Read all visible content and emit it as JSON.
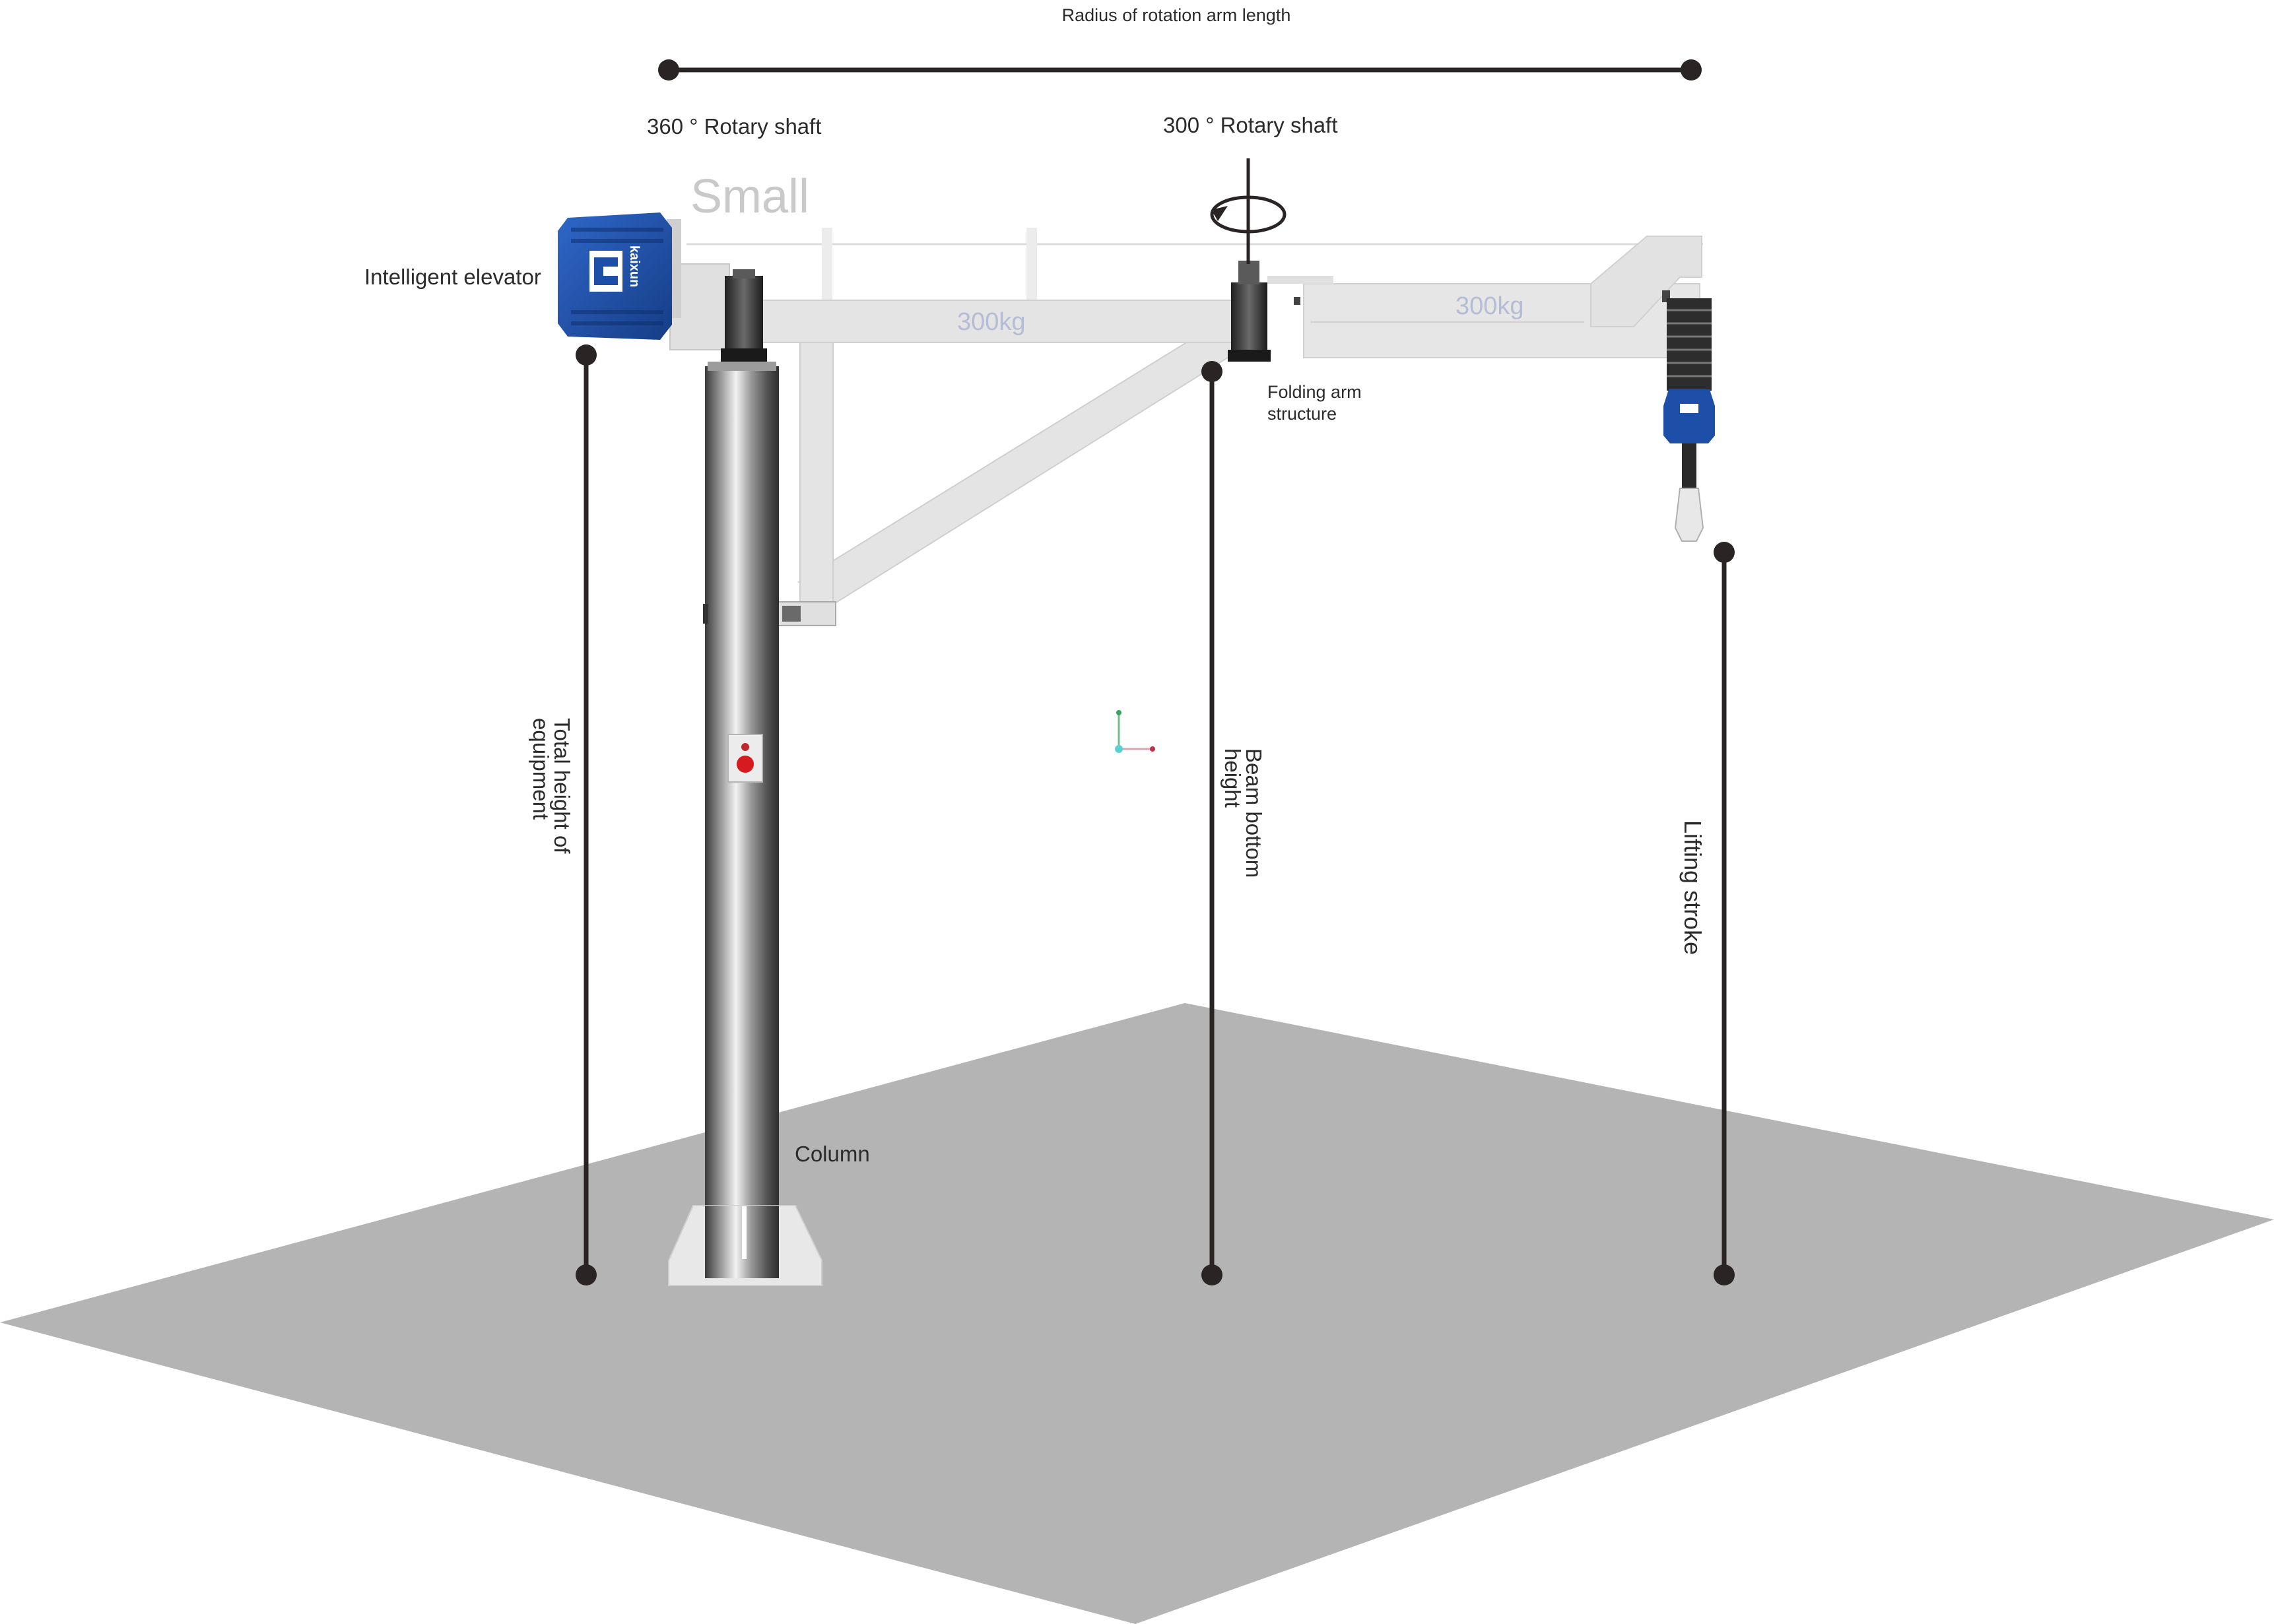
{
  "labels": {
    "radius": "Radius of rotation arm length",
    "shaft_360": "360 ° Rotary shaft",
    "shaft_300": "300 ° Rotary shaft",
    "small": "Small",
    "intelligent_elevator": "Intelligent elevator",
    "folding_arm_line1": "Folding arm",
    "folding_arm_line2": "structure",
    "total_height_line1": "Total height of",
    "total_height_line2": "equipment",
    "beam_bottom_line1": "Beam bottom",
    "beam_bottom_line2": "height",
    "lifting_stroke": "Lifting stroke",
    "column": "Column",
    "capacity_inner": "300kg",
    "capacity_outer": "300kg",
    "brand": "kaixun"
  },
  "colors": {
    "floor": "#b4b4b4",
    "beam": "#e3e3e3",
    "elevator_blue": "#1e4fa8",
    "dimension_line": "#2a2424",
    "capacity_text": "#b8b8b8"
  }
}
